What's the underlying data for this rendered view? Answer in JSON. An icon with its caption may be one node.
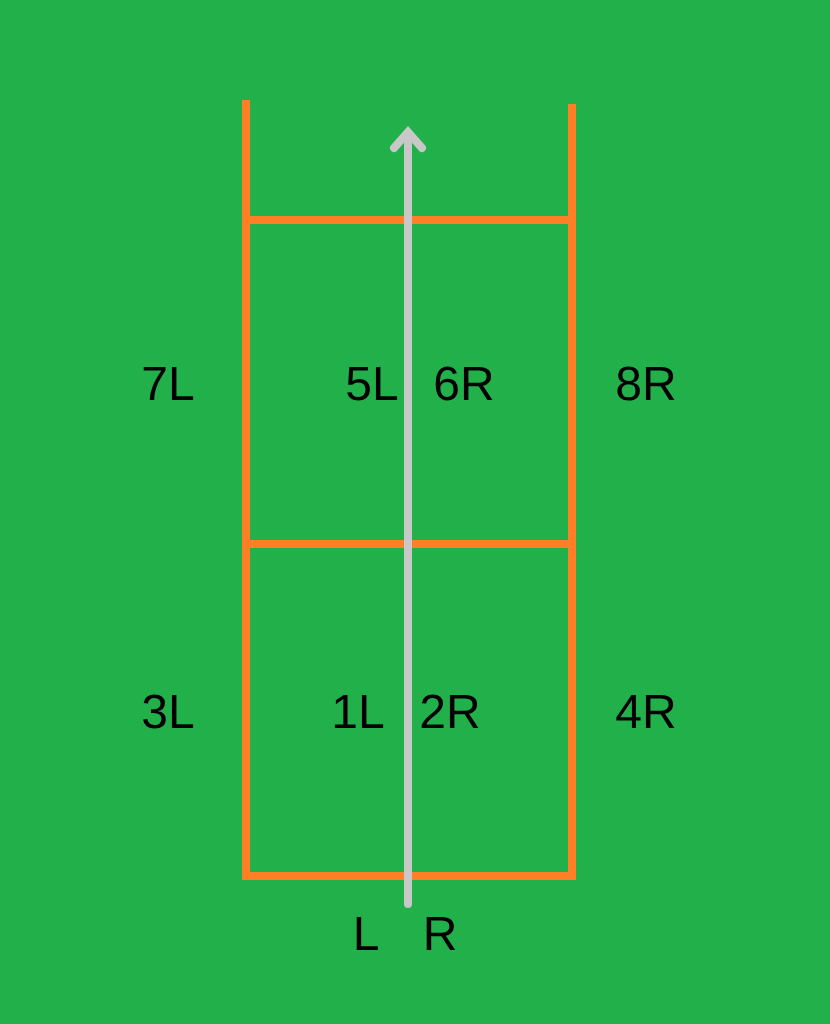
{
  "diagram": {
    "labels": [
      "7L",
      "5L",
      "6R",
      "8R",
      "3L",
      "1L",
      "2R",
      "4R",
      "L",
      "R"
    ]
  }
}
